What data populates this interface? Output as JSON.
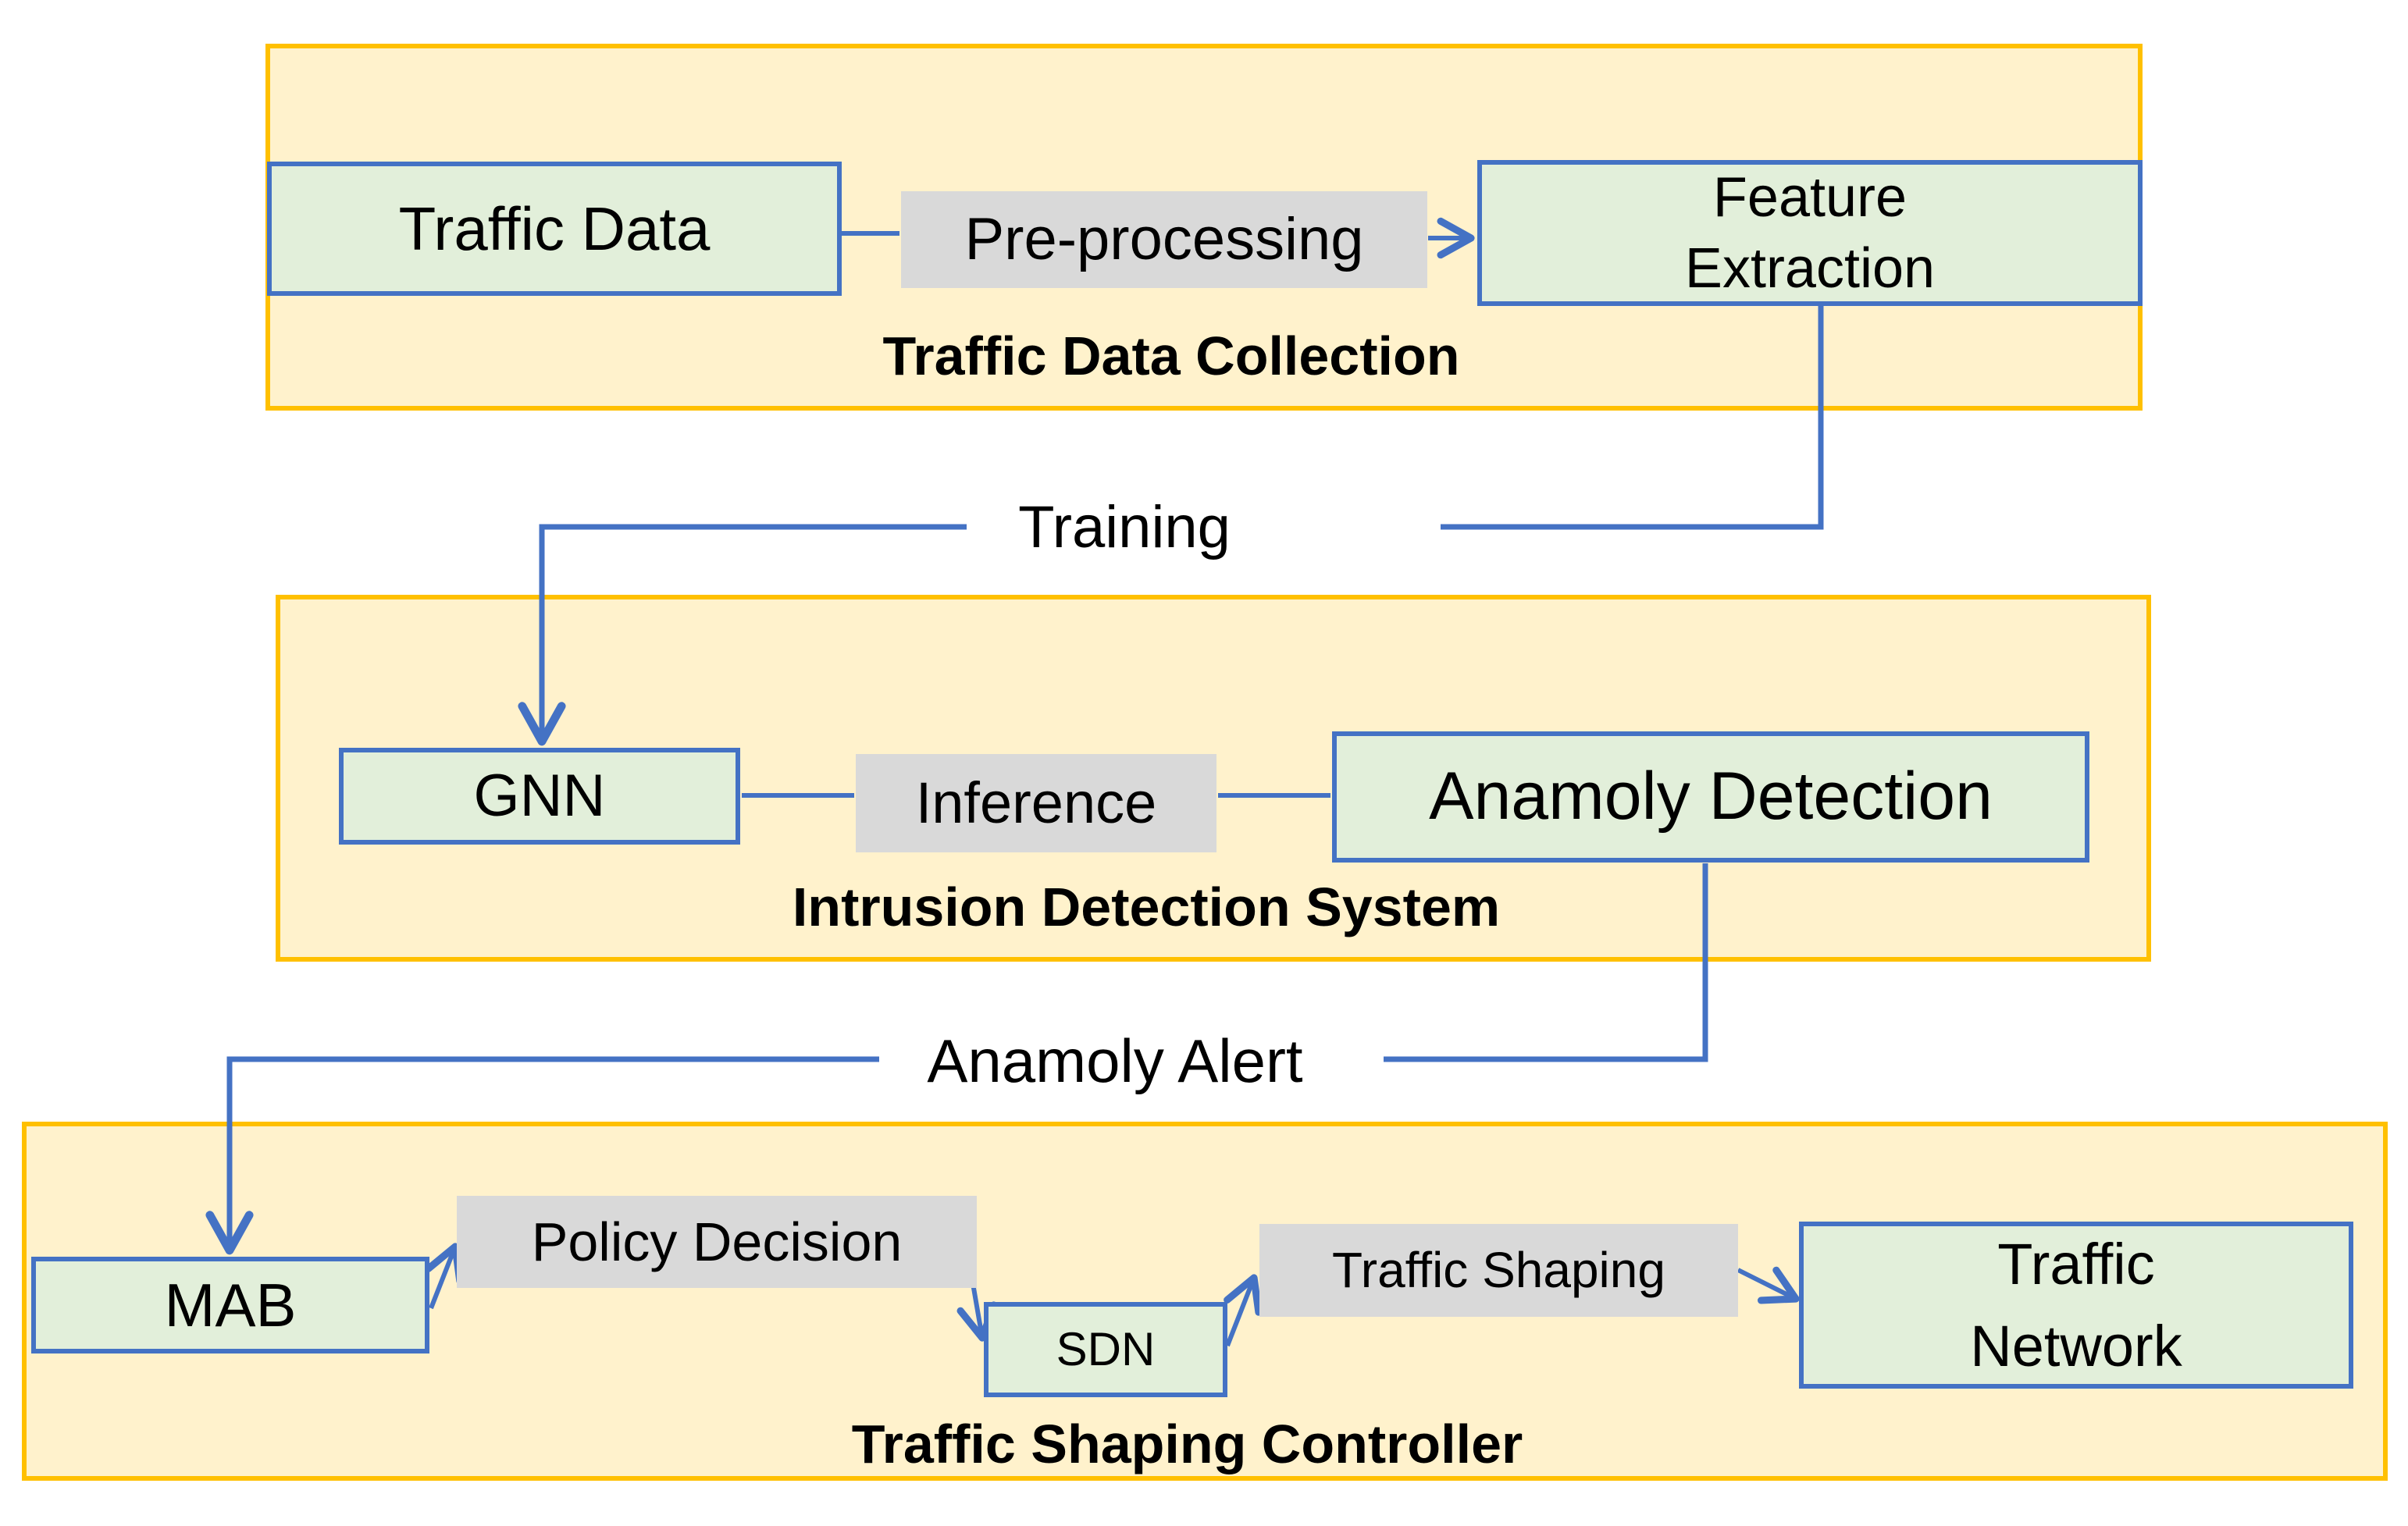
{
  "diagram": {
    "title_note": "GNN-based intrusion detection and traffic shaping pipeline",
    "colors": {
      "container_border": "#FFC000",
      "container_fill": "#FFF2CC",
      "node_border": "#4472C4",
      "node_fill": "#E2EFDA",
      "process_fill": "#D9D9D9",
      "connector": "#4472C4",
      "text": "#000000",
      "background": "#FFFFFF"
    },
    "sections": [
      {
        "label": "Traffic Data Collection",
        "nodes": {
          "traffic_data": "Traffic Data",
          "preprocessing": "Pre-processing",
          "feature_extraction": "Feature\nExtraction"
        }
      },
      {
        "label": "Intrusion Detection System",
        "nodes": {
          "gnn": "GNN",
          "inference": "Inference",
          "anamoly_detection": "Anamoly Detection"
        }
      },
      {
        "label": "Traffic Shaping Controller",
        "nodes": {
          "mab": "MAB",
          "policy_decision": "Policy Decision",
          "sdn": "SDN",
          "traffic_shaping": "Traffic Shaping",
          "traffic_network": "Traffic\nNetwork"
        }
      }
    ],
    "edge_labels": {
      "training": "Training",
      "anamoly_alert": "Anamoly Alert"
    }
  }
}
